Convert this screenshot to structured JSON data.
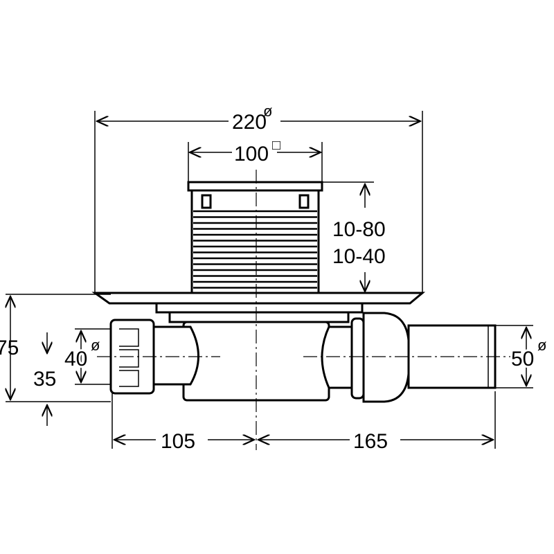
{
  "dimensions": {
    "outer_diameter": "220",
    "grate_size": "100",
    "height_range_1": "10-80",
    "height_range_2": "10-40",
    "total_height": "75",
    "outlet_height": "35",
    "left_outlet_diameter": "40",
    "right_outlet_diameter": "50",
    "left_length": "105",
    "right_length": "165",
    "diameter_symbol": "ø",
    "square_symbol": "□"
  }
}
